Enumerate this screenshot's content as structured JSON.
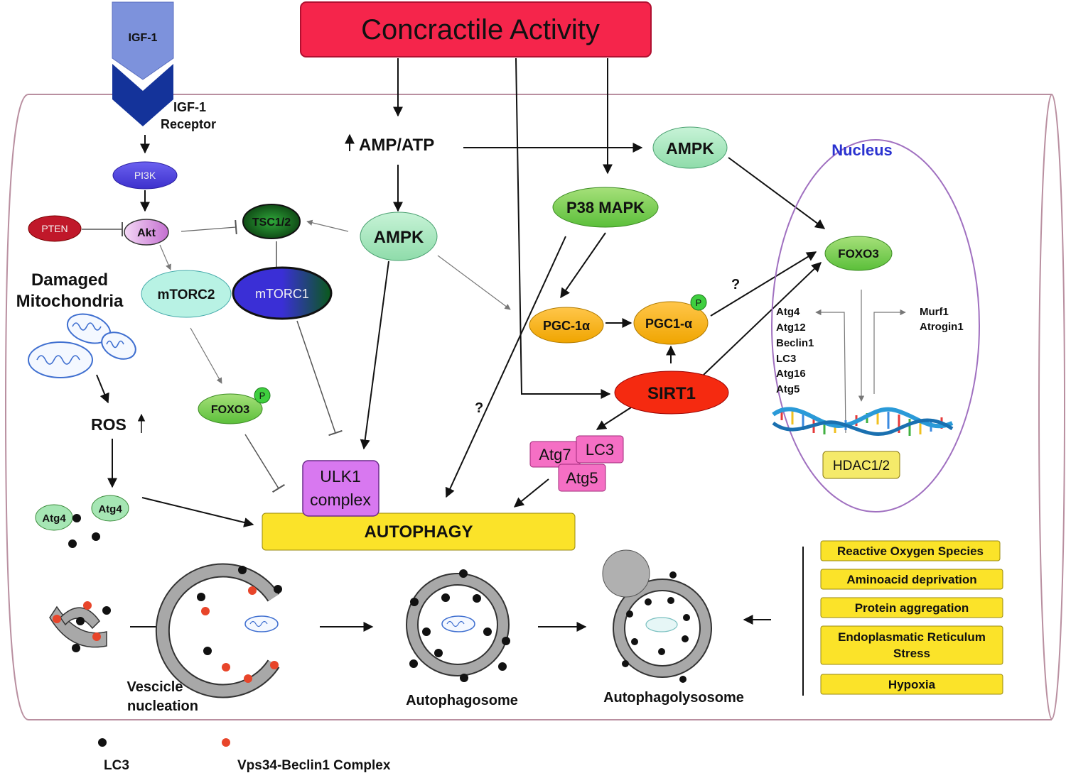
{
  "title": "Concractile Activity",
  "nodes": {
    "igf1": "IGF-1",
    "igf1_receptor": [
      "IGF-1",
      "Receptor"
    ],
    "pi3k": "PI3K",
    "pten": "PTEN",
    "akt": "Akt",
    "tsc": "TSC1/2",
    "mtorc2": "mTORC2",
    "mtorc1": "mTORC1",
    "damaged_mito": [
      "Damaged",
      "Mitochondria"
    ],
    "ros": "ROS",
    "foxo3_cyto": "FOXO3",
    "atg4_a": "Atg4",
    "atg4_b": "Atg4",
    "amp_atp": "AMP/ATP",
    "ampk_center": "AMPK",
    "ampk_right": "AMPK",
    "p38": "P38 MAPK",
    "pgc_a": "PGC-1α",
    "pgc_b": "PGC1-α",
    "sirt1": "SIRT1",
    "ulk1": [
      "ULK1",
      "complex"
    ],
    "autophagy": "AUTOPHAGY",
    "atg7": "Atg7",
    "lc3_box": "LC3",
    "atg5_box": "Atg5",
    "nucleus": "Nucleus",
    "foxo3_nuc": "FOXO3",
    "atg_genes": [
      "Atg4",
      "Atg12",
      "Beclin1",
      "LC3",
      "Atg16",
      "Atg5"
    ],
    "murf": [
      "Murf1",
      "Atrogin1"
    ],
    "hdac": "HDAC1/2",
    "p_badge": "P",
    "question": "?"
  },
  "stages": {
    "vesicle": [
      "Vescicle",
      "nucleation"
    ],
    "autophagosome": "Autophagosome",
    "autophagolysosome": "Autophagolysosome"
  },
  "stressors": [
    "Reactive Oxygen Species",
    "Aminoacid deprivation",
    "Protein aggregation",
    [
      "Endoplasmatic Reticulum",
      "Stress"
    ],
    "Hypoxia"
  ],
  "legend": {
    "lc3": "LC3",
    "vps34": "Vps34-Beclin1 Complex"
  }
}
